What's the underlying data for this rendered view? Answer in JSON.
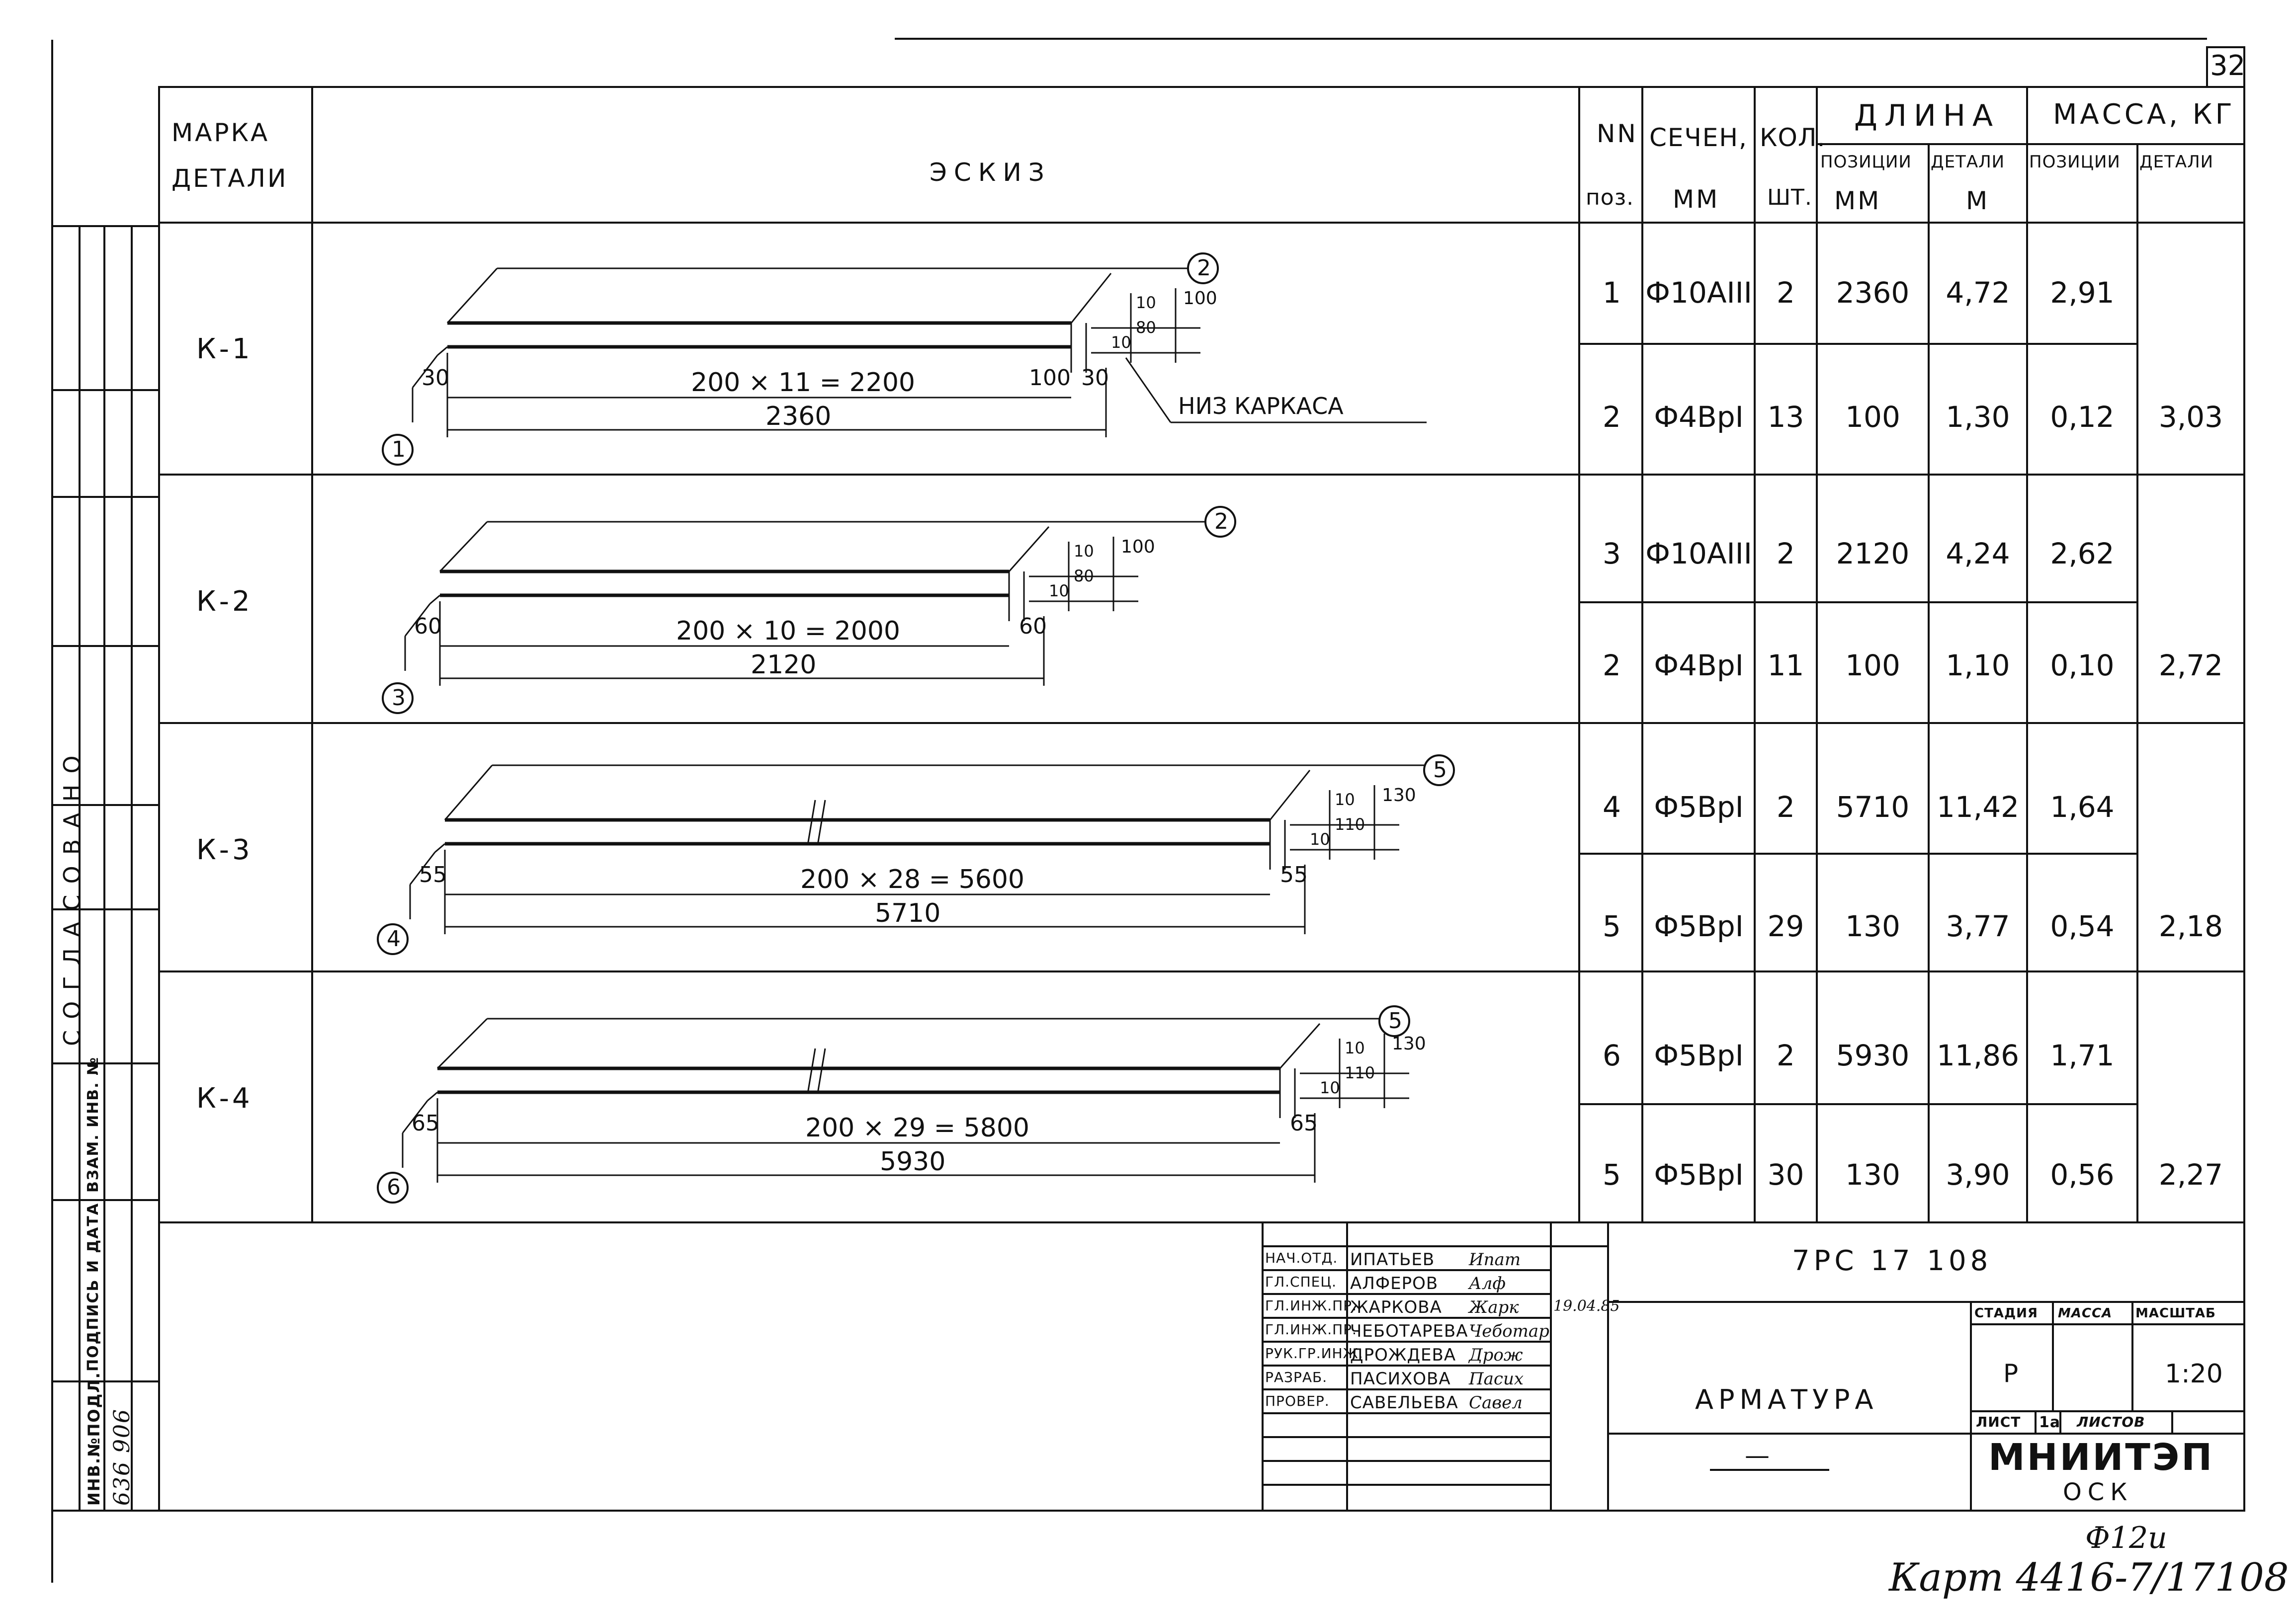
{
  "sheet_number": "32",
  "header": {
    "marka_line1": "МАРКА",
    "marka_line2": "ДЕТАЛИ",
    "eskiz": "ЭСКИЗ",
    "nn_line1": "NN",
    "nn_line2": "поз.",
    "sechen_line1": "СЕЧЕН,",
    "sechen_line2": "ММ",
    "kol_line1": "КОЛ.",
    "kol_line2": "ШТ.",
    "dlina": "ДЛИНА",
    "dlina_pos": "ПОЗИЦИИ",
    "dlina_pos_unit": "ММ",
    "dlina_det": "ДЕТАЛИ",
    "dlina_det_unit": "М",
    "massa": "МАССА, КГ",
    "massa_pos": "ПОЗИЦИИ",
    "massa_det": "ДЕТАЛИ"
  },
  "details": [
    {
      "mark": "К-1",
      "sketch": {
        "pitch": "200 × 11 = 2200",
        "total": "2360",
        "left": "30",
        "right1": "100",
        "right2": "30",
        "top_tag": "2",
        "bottom_tag": "1",
        "dim_a": "10",
        "dim_b": "80",
        "dim_c": "10",
        "dim_h": "100",
        "note": "НИЗ КАРКАСА"
      },
      "rows": [
        {
          "pos": "1",
          "section": "Ф10АIII",
          "qty": "2",
          "len_pos": "2360",
          "len_det": "4,72",
          "mass_pos": "2,91"
        },
        {
          "pos": "2",
          "section": "Ф4ВрI",
          "qty": "13",
          "len_pos": "100",
          "len_det": "1,30",
          "mass_pos": "0,12"
        }
      ],
      "mass_detail": "3,03"
    },
    {
      "mark": "К-2",
      "sketch": {
        "pitch": "200 × 10 = 2000",
        "total": "2120",
        "left": "60",
        "right2": "60",
        "top_tag": "2",
        "bottom_tag": "3",
        "dim_a": "10",
        "dim_b": "80",
        "dim_c": "10",
        "dim_h": "100"
      },
      "rows": [
        {
          "pos": "3",
          "section": "Ф10АIII",
          "qty": "2",
          "len_pos": "2120",
          "len_det": "4,24",
          "mass_pos": "2,62"
        },
        {
          "pos": "2",
          "section": "Ф4ВрI",
          "qty": "11",
          "len_pos": "100",
          "len_det": "1,10",
          "mass_pos": "0,10"
        }
      ],
      "mass_detail": "2,72"
    },
    {
      "mark": "К-3",
      "sketch": {
        "pitch": "200 × 28 = 5600",
        "total": "5710",
        "left": "55",
        "right2": "55",
        "top_tag": "5",
        "bottom_tag": "4",
        "dim_a": "10",
        "dim_b": "110",
        "dim_c": "10",
        "dim_h": "130"
      },
      "rows": [
        {
          "pos": "4",
          "section": "Ф5ВрI",
          "qty": "2",
          "len_pos": "5710",
          "len_det": "11,42",
          "mass_pos": "1,64"
        },
        {
          "pos": "5",
          "section": "Ф5ВрI",
          "qty": "29",
          "len_pos": "130",
          "len_det": "3,77",
          "mass_pos": "0,54"
        }
      ],
      "mass_detail": "2,18"
    },
    {
      "mark": "К-4",
      "sketch": {
        "pitch": "200 × 29 = 5800",
        "total": "5930",
        "left": "65",
        "right2": "65",
        "top_tag": "5",
        "bottom_tag": "6",
        "dim_a": "10",
        "dim_b": "110",
        "dim_c": "10",
        "dim_h": "130"
      },
      "rows": [
        {
          "pos": "6",
          "section": "Ф5ВрI",
          "qty": "2",
          "len_pos": "5930",
          "len_det": "11,86",
          "mass_pos": "1,71"
        },
        {
          "pos": "5",
          "section": "Ф5ВрI",
          "qty": "30",
          "len_pos": "130",
          "len_det": "3,90",
          "mass_pos": "0,56"
        }
      ],
      "mass_detail": "2,27"
    }
  ],
  "left_margin": {
    "soglasovano": "СОГЛАСОВАНО",
    "inv_podl": "ИНВ.№ПОДЛ.",
    "podpis_data": "ПОДПИСЬ И ДАТА",
    "vzam_inv": "ВЗАМ. ИНВ. №",
    "inv_number": "636 906"
  },
  "title_block": {
    "code": "7РС 17 108",
    "title": "АРМАТУРА",
    "dash": "—",
    "stadia_label": "СТАДИЯ",
    "massa_label": "МАССА",
    "masshtab_label": "МАСШТАБ",
    "stadia": "Р",
    "masshtab": "1:20",
    "list_label": "ЛИСТ",
    "list_value": "1а",
    "listov_label": "ЛИСТОВ",
    "org": "МНИИТЭП",
    "dept": "ОСК",
    "people": [
      {
        "role": "НАЧ.ОТД.",
        "name": "ИПАТЬЕВ",
        "sign": "Ипат"
      },
      {
        "role": "ГЛ.СПЕЦ.",
        "name": "АЛФЕРОВ",
        "sign": "Алф"
      },
      {
        "role": "ГЛ.ИНЖ.ПР.",
        "name": "ЖАРКОВА",
        "sign": "Жарк",
        "date": "19.04.85"
      },
      {
        "role": "ГЛ.ИНЖ.ПР.",
        "name": "ЧЕБОТАРЕВА",
        "sign": "Чеботар"
      },
      {
        "role": "РУК.ГР.ИНЖ.",
        "name": "ДРОЖДЕВА",
        "sign": "Дрож"
      },
      {
        "role": "РАЗРАБ.",
        "name": "ПАСИХОВА",
        "sign": "Пасих"
      },
      {
        "role": "ПРОВЕР.",
        "name": "САВЕЛЬЕВА",
        "sign": "Савел"
      }
    ]
  },
  "archive_note": {
    "line1": "Ф12и",
    "line2": "Карт 4416-7/17108"
  }
}
